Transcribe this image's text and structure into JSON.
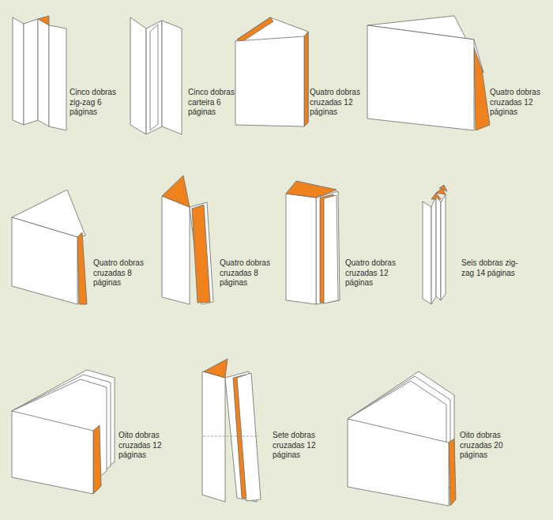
{
  "diagram": {
    "labels": [
      "Cinco dobras zig-zag 6 páginas",
      "Cinco dobras carteira 6 páginas",
      "Quatro dobras cruzadas 12 páginas",
      "Quatro dobras cruzadas 12 páginas",
      "Quatro dobras cruzadas 8 páginas",
      "Quatro dobras cruzadas 8 páginas",
      "Quatro dobras cruzadas 12 páginas",
      "Seis dobras zig-zag 14 páginas",
      "Oito dobras cruzadas 12 páginas",
      "Sete dobras cruzadas 12 páginas",
      "Oito dobras cruzadas 20 páginas"
    ]
  }
}
